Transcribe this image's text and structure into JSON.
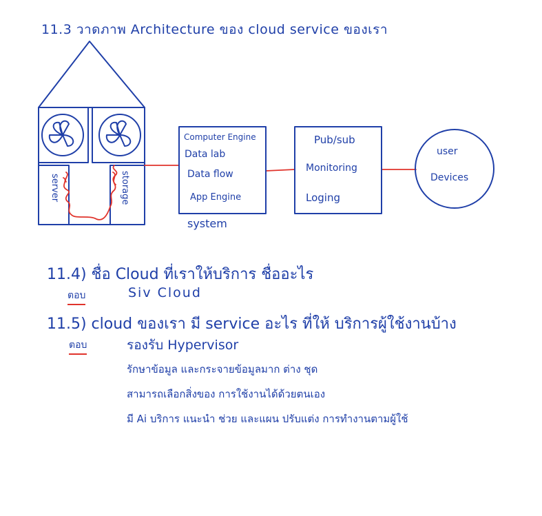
{
  "heading": "11.3 วาดภาพ Architecture ของ cloud service ของเรา",
  "house": {
    "left_rack_label": "server",
    "right_rack_label": "storage"
  },
  "compute_box": {
    "lines": [
      "Computer Engine",
      "Data lab",
      "Data flow",
      "App Engine"
    ],
    "caption": "system"
  },
  "services_box": {
    "lines": [
      "Pub/sub",
      "Monitoring",
      "Loging"
    ]
  },
  "user_circle": {
    "lines": [
      "user",
      "Devices"
    ]
  },
  "q114": {
    "question": "11.4) ชื่อ Cloud ที่เราให้บริการ ชื่ออะไร",
    "answer_marker": "ตอบ",
    "answer": "Siv Cloud"
  },
  "q115": {
    "question": "11.5) cloud ของเรา มี service อะไร ที่ให้ บริการผู้ใช้งานบ้าง",
    "answer_marker": "ตอบ",
    "answers": [
      "รองรับ Hypervisor",
      "รักษาข้อมูล และกระจายข้อมูลมาก ต่าง ชุด",
      "สามารถเลือกสิ่งของ การใช้งานได้ด้วยตนเอง",
      "มี Ai บริการ แนะนำ ช่วย และแผน ปรับแต่ง การทำงานตามผู้ใช้"
    ]
  }
}
